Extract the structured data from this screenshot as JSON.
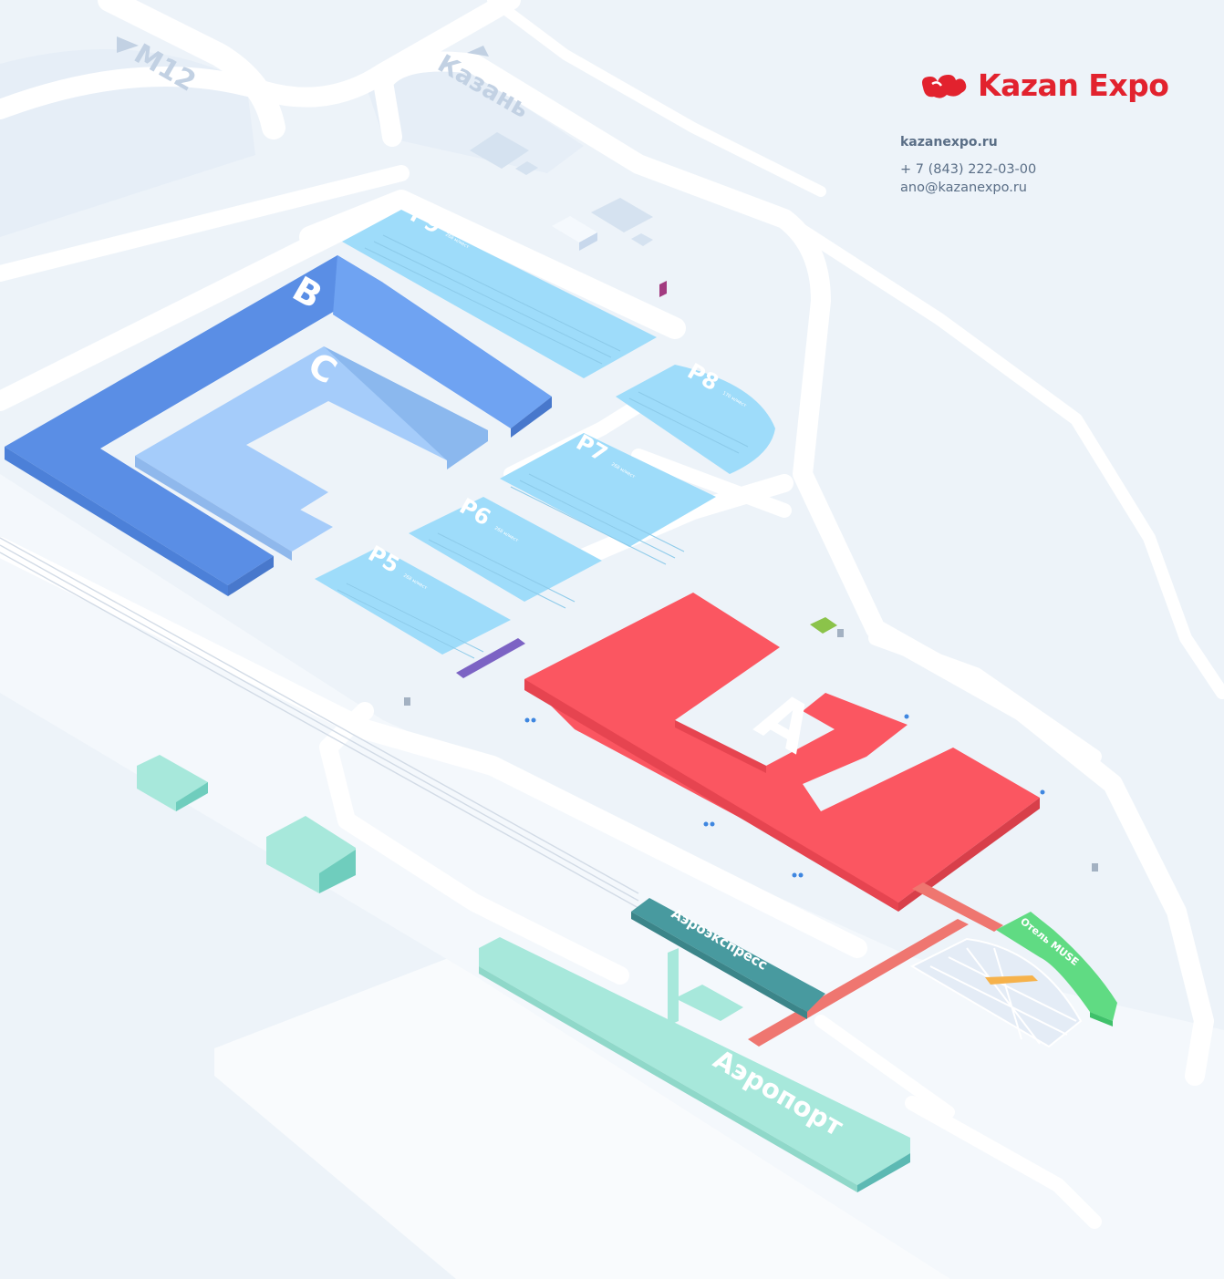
{
  "brand": {
    "name": "Kazan Expo",
    "color": "#e2222e"
  },
  "contacts": {
    "website": "kazanexpo.ru",
    "phone": "+ 7 (843) 222-03-00",
    "email": "ano@kazanexpo.ru"
  },
  "roads": {
    "m12": "M12",
    "kazan": "Казань"
  },
  "halls": {
    "a": "A",
    "b": "B",
    "c": "C"
  },
  "parking": [
    {
      "label": "P9",
      "spaces": "268 м/мест"
    },
    {
      "label": "P8",
      "spaces": "170 м/мест"
    },
    {
      "label": "P7",
      "spaces": "268 м/мест"
    },
    {
      "label": "P6",
      "spaces": "268 м/мест"
    },
    {
      "label": "P5",
      "spaces": "268 м/мест"
    }
  ],
  "places": {
    "aeroexpress": "Аэроэкспресс",
    "airport": "Аэропорт",
    "hotel": "Отель MUSE"
  },
  "colors": {
    "background": "#edf3f9",
    "road": "#ffffff",
    "hall_a": "#fb5661",
    "hall_b": "#6fa3f2",
    "hall_c": "#a5ccfa",
    "parking": "#9edcfa",
    "airport": "#a7e8db",
    "aeroexpress": "#489a9f",
    "hotel": "#60db83"
  }
}
